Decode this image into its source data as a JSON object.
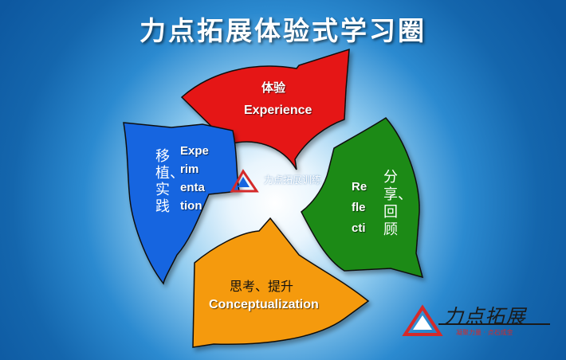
{
  "title": "力点拓展体验式学习圈",
  "stages": {
    "experience": {
      "cn": "体验",
      "en": "Experience",
      "color": "#e51616"
    },
    "reflection": {
      "cn": "分享、回顾",
      "en_lines": [
        "Re",
        "fle",
        "cti"
      ],
      "color": "#1f8a19"
    },
    "conceptualization": {
      "cn": "思考、提升",
      "en": "Conceptualization",
      "color": "#f59a0f"
    },
    "experimentation": {
      "cn": "移植、实践",
      "en_lines": [
        "Expe",
        "rim",
        "enta",
        "tion"
      ],
      "color": "#1565e0"
    }
  },
  "center_text": "力点拓展训练",
  "brand": {
    "name": "力点拓展",
    "slogan": "凝聚力量 · 点石成金",
    "logo_color": "#d42a2a"
  },
  "colors": {
    "background_dark": "#0d58a0",
    "background_light": "#ffffff"
  }
}
